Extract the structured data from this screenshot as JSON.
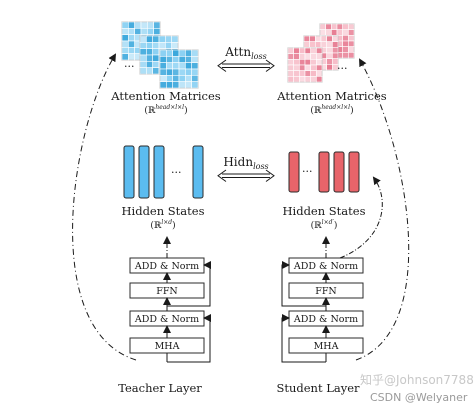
{
  "teacher": {
    "attention_title": "Attention Matrices",
    "attention_shape_base": "ℝ",
    "attention_shape_sup": "head×l×l",
    "hidden_title": "Hidden States",
    "hidden_shape_base": "ℝ",
    "hidden_shape_sup": "l×d",
    "ellipsis": "···",
    "layer_blocks": [
      "ADD & Norm",
      "FFN",
      "ADD & Norm",
      "MHA"
    ],
    "caption": "Teacher Layer"
  },
  "student": {
    "attention_title": "Attention Matrices",
    "attention_shape_base": "ℝ",
    "attention_shape_sup": "head×l×l",
    "hidden_title": "Hidden States",
    "hidden_shape_base": "ℝ",
    "hidden_shape_sup": "l×d′",
    "ellipsis": "···",
    "layer_blocks": [
      "ADD & Norm",
      "FFN",
      "ADD & Norm",
      "MHA"
    ],
    "caption": "Student Layer"
  },
  "losses": {
    "attn_base": "Attn",
    "attn_sub": "loss",
    "hidn_base": "Hidn",
    "hidn_sub": "loss"
  },
  "watermark": {
    "site": "知乎",
    "author": "@Johnson7788",
    "csdn": "CSDN @Welyaner"
  },
  "colors": {
    "teacher_matrix": "#6fc6f0",
    "teacher_matrix_dark": "#3aa7dc",
    "teacher_bar": "#5bbcf0",
    "student_matrix": "#f4a6b6",
    "student_matrix_dark": "#e77d93",
    "student_bar": "#e8646a",
    "box_stroke": "#2b2b2b",
    "arrow": "#1a1a1a"
  }
}
